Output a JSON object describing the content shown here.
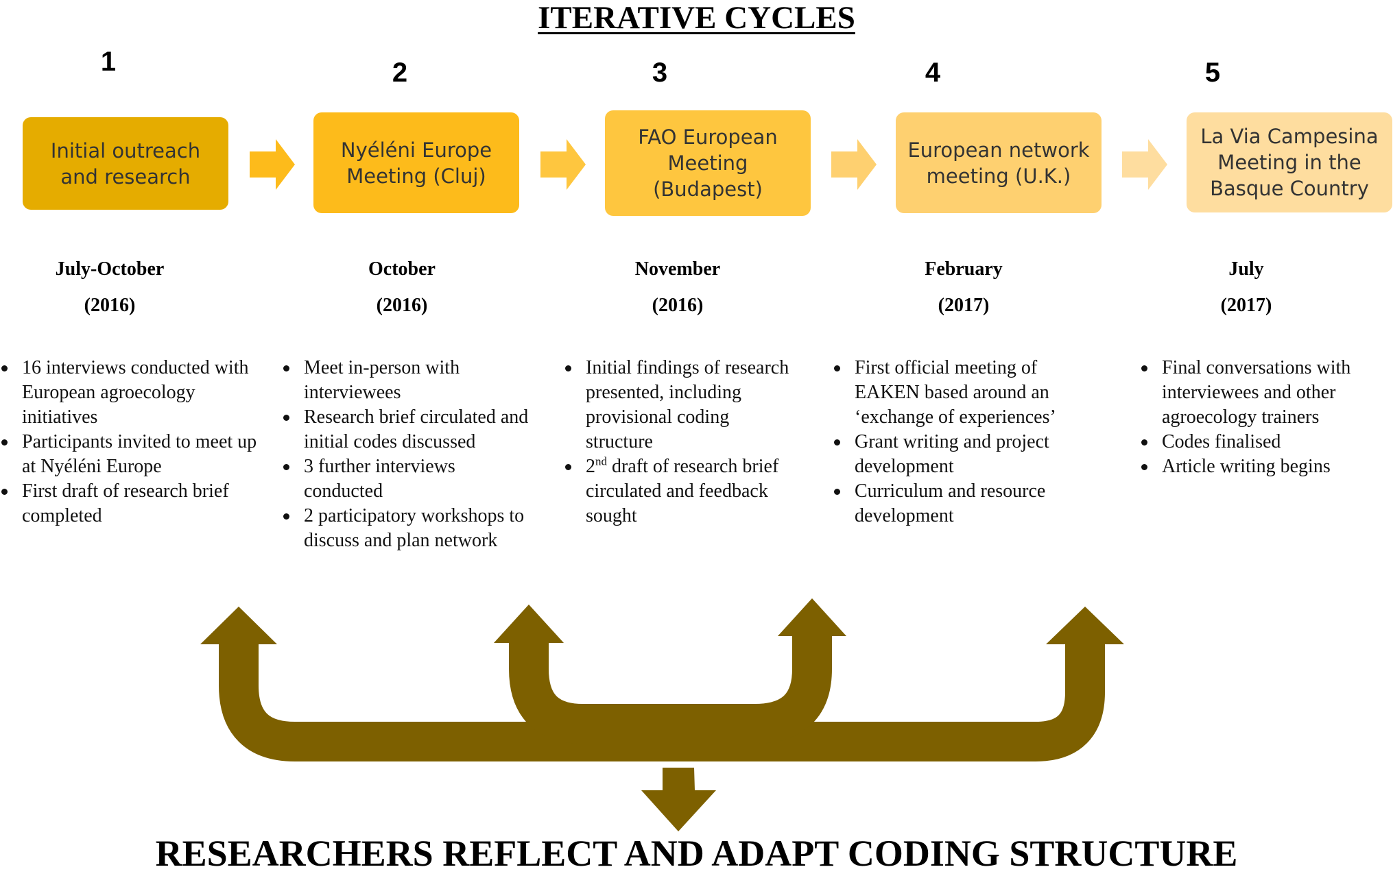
{
  "title": "ITERATIVE CYCLES",
  "colors": {
    "stage1": "#e5ac00",
    "stage2": "#fdbb1b",
    "stage3": "#fec63f",
    "stage4": "#fed070",
    "stage5": "#fedd9f",
    "connector": "#7d6000"
  },
  "stages": [
    {
      "number": "1",
      "label": "Initial outreach\nand research",
      "period": "July-October",
      "year": "(2016)",
      "bullets": [
        "16 interviews conducted with European agroecology initiatives",
        "Participants invited to meet up at Nyéléni Europe",
        "First draft of research brief completed"
      ]
    },
    {
      "number": "2",
      "label": "Nyéléni Europe\nMeeting (Cluj)",
      "period": "October",
      "year": "(2016)",
      "bullets": [
        "Meet in-person with interviewees",
        "Research brief circulated and initial codes discussed",
        "3 further interviews conducted",
        "2 participatory workshops to discuss and plan network"
      ]
    },
    {
      "number": "3",
      "label": "FAO European\nMeeting\n(Budapest)",
      "period": "November",
      "year": "(2016)",
      "bullets": [
        "Initial findings of research presented, including provisional coding structure",
        "draft of research brief circulated and feedback sought"
      ],
      "bullet2_prefix": "2",
      "bullet2_superscript": "nd"
    },
    {
      "number": "4",
      "label": "European network\nmeeting (U.K.)",
      "period": "February",
      "year": "(2017)",
      "bullets": [
        "First official meeting of EAKEN based around an ‘exchange of experiences’",
        "Grant writing and project development",
        "Curriculum and resource development"
      ]
    },
    {
      "number": "5",
      "label": "La Via Campesina\nMeeting in the\nBasque Country",
      "period": "July",
      "year": "(2017)",
      "bullets": [
        "Final conversations with interviewees and other agroecology trainers",
        "Codes finalised",
        "Article writing begins"
      ]
    }
  ],
  "footer": "RESEARCHERS REFLECT AND ADAPT CODING STRUCTURE"
}
